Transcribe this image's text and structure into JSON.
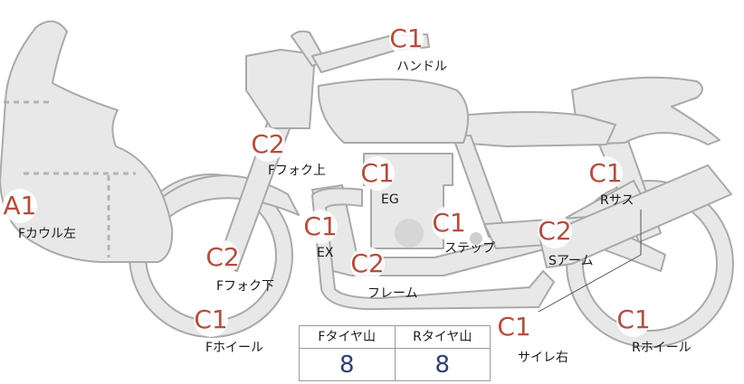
{
  "parts": [
    {
      "id": "handle",
      "grade": "C1",
      "label": "ハンドル"
    },
    {
      "id": "ffork-upper",
      "grade": "C2",
      "label": "Fフォク上"
    },
    {
      "id": "eg",
      "grade": "C1",
      "label": "EG"
    },
    {
      "id": "rsus",
      "grade": "C1",
      "label": "Rサス"
    },
    {
      "id": "fcowl-left",
      "grade": "A1",
      "label": "Fカウル左"
    },
    {
      "id": "ex",
      "grade": "C1",
      "label": "EX"
    },
    {
      "id": "step",
      "grade": "C1",
      "label": "ステップ"
    },
    {
      "id": "sarm",
      "grade": "C2",
      "label": "Sアーム"
    },
    {
      "id": "ffork-lower",
      "grade": "C2",
      "label": "Fフォク下"
    },
    {
      "id": "frame",
      "grade": "C2",
      "label": "フレーム"
    },
    {
      "id": "fwheel",
      "grade": "C1",
      "label": "Fホイール"
    },
    {
      "id": "muffler-right",
      "grade": "C1",
      "label": "サイレ右"
    },
    {
      "id": "rwheel",
      "grade": "C1",
      "label": "Rホイール"
    }
  ],
  "tread_table": {
    "front_label": "Fタイヤ山",
    "rear_label": "Rタイヤ山",
    "front_value": "8",
    "rear_value": "8"
  },
  "colors": {
    "grade_text": "#b24e40",
    "tread_value": "#2f3f72",
    "body_fill": "#e8e8e8",
    "outline": "#a9a9a9"
  }
}
